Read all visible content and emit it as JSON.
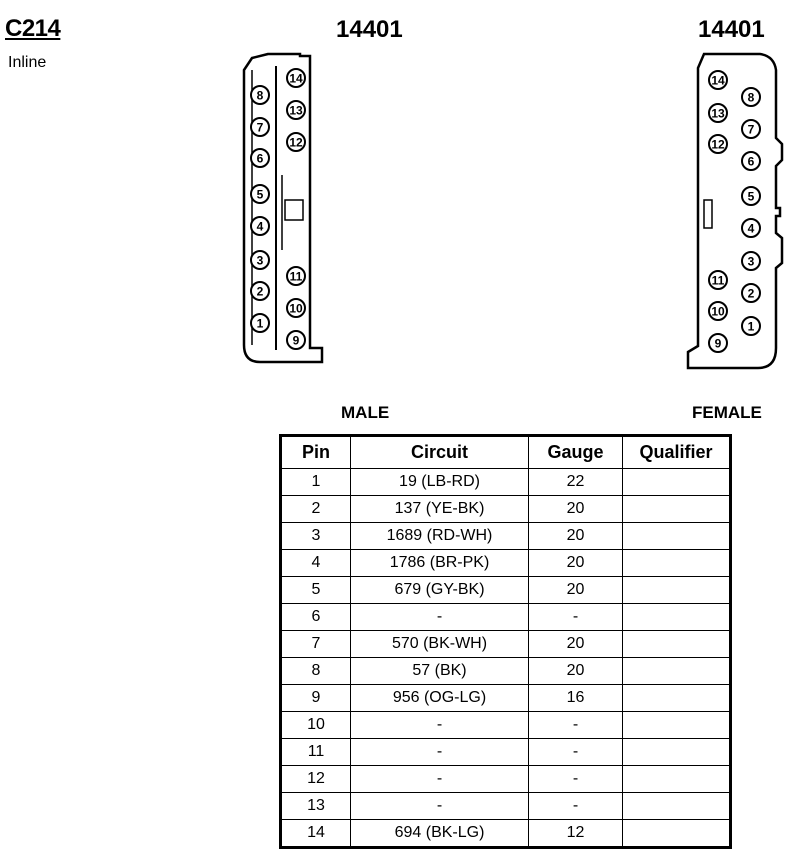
{
  "connector": {
    "id": "C214",
    "type": "Inline"
  },
  "male": {
    "part_number": "14401",
    "label": "MALE",
    "pins": [
      "1",
      "2",
      "3",
      "4",
      "5",
      "6",
      "7",
      "8",
      "9",
      "10",
      "11",
      "12",
      "13",
      "14"
    ]
  },
  "female": {
    "part_number": "14401",
    "label": "FEMALE",
    "pins": [
      "1",
      "2",
      "3",
      "4",
      "5",
      "6",
      "7",
      "8",
      "9",
      "10",
      "11",
      "12",
      "13",
      "14"
    ]
  },
  "table": {
    "headers": [
      "Pin",
      "Circuit",
      "Gauge",
      "Qualifier"
    ],
    "rows": [
      [
        "1",
        "19 (LB-RD)",
        "22",
        ""
      ],
      [
        "2",
        "137 (YE-BK)",
        "20",
        ""
      ],
      [
        "3",
        "1689 (RD-WH)",
        "20",
        ""
      ],
      [
        "4",
        "1786 (BR-PK)",
        "20",
        ""
      ],
      [
        "5",
        "679 (GY-BK)",
        "20",
        ""
      ],
      [
        "6",
        "-",
        "-",
        ""
      ],
      [
        "7",
        "570 (BK-WH)",
        "20",
        ""
      ],
      [
        "8",
        "57 (BK)",
        "20",
        ""
      ],
      [
        "9",
        "956 (OG-LG)",
        "16",
        ""
      ],
      [
        "10",
        "-",
        "-",
        ""
      ],
      [
        "11",
        "-",
        "-",
        ""
      ],
      [
        "12",
        "-",
        "-",
        ""
      ],
      [
        "13",
        "-",
        "-",
        ""
      ],
      [
        "14",
        "694 (BK-LG)",
        "12",
        ""
      ]
    ]
  }
}
